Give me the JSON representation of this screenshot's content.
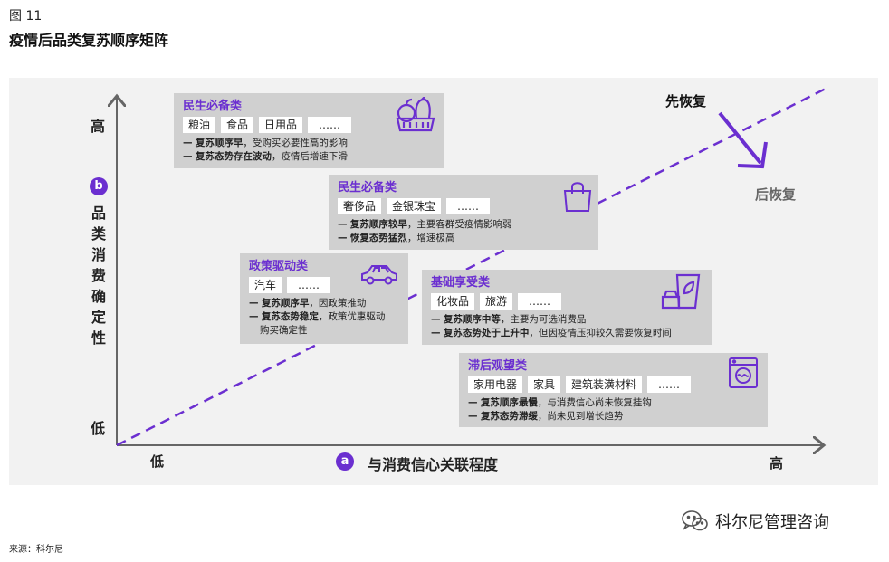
{
  "figure": {
    "number": "图 11",
    "title": "疫情后品类复苏顺序矩阵"
  },
  "axes": {
    "y_high": "高",
    "y_low": "低",
    "y_badge": "b",
    "y_title": "品类消费确定性",
    "x_low": "低",
    "x_high": "高",
    "x_badge": "a",
    "x_title": "与消费信心关联程度"
  },
  "recovery": {
    "first": "先恢复",
    "later": "后恢复"
  },
  "cards": [
    {
      "title": "民生必备类",
      "tags": [
        "粮油",
        "食品",
        "日用品",
        "……"
      ],
      "lines": [
        {
          "dash": "—",
          "strong": "复苏顺序早",
          "rest": "，受购买必要性高的影响"
        },
        {
          "dash": "—",
          "strong": "复苏态势存在波动",
          "rest": "，疫情后增速下滑"
        }
      ],
      "icon": "produce-basket-icon"
    },
    {
      "title": "民生必备类",
      "tags": [
        "奢侈品",
        "金银珠宝",
        "……"
      ],
      "lines": [
        {
          "dash": "—",
          "strong": "复苏顺序较早",
          "rest": "，主要客群受疫情影响弱"
        },
        {
          "dash": "—",
          "strong": "恢复态势猛烈",
          "rest": "，增速极高"
        }
      ],
      "icon": "shopping-bag-icon"
    },
    {
      "title": "政策驱动类",
      "tags": [
        "汽车",
        "……"
      ],
      "lines": [
        {
          "dash": "—",
          "strong": "复苏顺序早",
          "rest": "，因政策推动"
        },
        {
          "dash": "—",
          "strong": "复苏态势稳定",
          "rest": "，政策优惠驱动"
        },
        {
          "dash": "",
          "strong": "",
          "rest": "购买确定性"
        }
      ],
      "icon": "car-icon"
    },
    {
      "title": "基础享受类",
      "tags": [
        "化妆品",
        "旅游",
        "……"
      ],
      "lines": [
        {
          "dash": "—",
          "strong": "复苏顺序中等",
          "rest": "，主要为可选消费品"
        },
        {
          "dash": "—",
          "strong": "复苏态势处于上升中",
          "rest": "，但因疫情压抑较久需要恢复时间"
        }
      ],
      "icon": "cosmetics-icon"
    },
    {
      "title": "滞后观望类",
      "tags": [
        "家用电器",
        "家具",
        "建筑装潢材料",
        "……"
      ],
      "lines": [
        {
          "dash": "—",
          "strong": "复苏顺序最慢",
          "rest": "，与消费信心尚未恢复挂钩"
        },
        {
          "dash": "—",
          "strong": "复苏态势滞缓",
          "rest": "，尚未见到增长趋势"
        }
      ],
      "icon": "washing-machine-icon"
    }
  ],
  "source": "来源：科尔尼",
  "brand": {
    "name": "科尔尼管理咨询",
    "icon": "wechat-icon"
  },
  "colors": {
    "accent": "#6b2fd0",
    "panel": "#f2f2f2",
    "card": "#d0d0d0"
  }
}
